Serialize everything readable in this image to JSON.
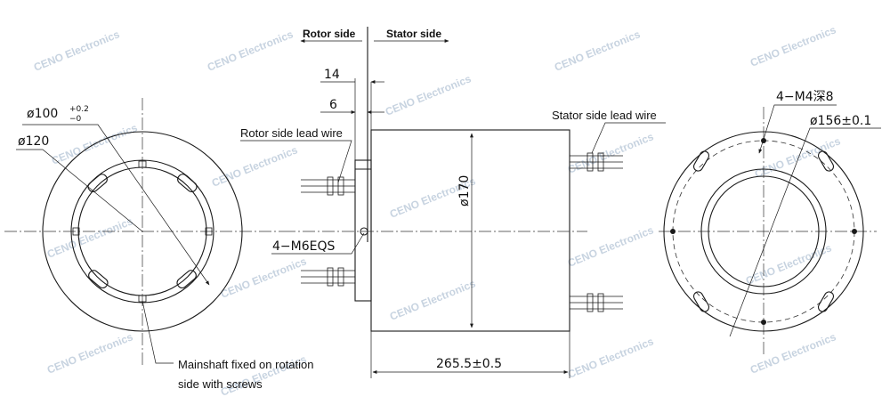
{
  "labels": {
    "rotor_side": "Rotor side",
    "stator_side": "Stator side",
    "dim_14": "14",
    "dim_6": "6",
    "rotor_lead_wire": "Rotor side lead wire",
    "stator_lead_wire": "Stator side lead wire",
    "thread_m6": "4−M6EQS",
    "dia_170": "ø170",
    "length": "265.5±0.5",
    "dia_100_main": "ø100",
    "dia_100_upper": "+0.2",
    "dia_100_lower": "−0",
    "dia_120": "ø120",
    "mainshaft_line1": "Mainshaft fixed on rotation",
    "mainshaft_line2": "side with screws",
    "thread_m4": "4−M4深8",
    "dia_156": "ø156±0.1"
  },
  "watermark": "CENO Electronics",
  "colors": {
    "line": "#1a1a1a",
    "watermark": "#9bb0c8"
  }
}
